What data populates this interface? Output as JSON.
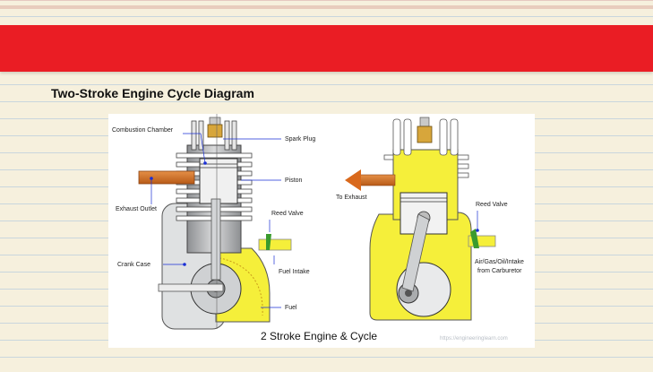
{
  "slide": {
    "title": "Two-Stroke Engine Cycle Diagram"
  },
  "diagram": {
    "caption": "2 Stroke Engine & Cycle",
    "watermark": "https://engineeringlearn.com",
    "labels_left": {
      "combustion_chamber": "Combustion Chamber",
      "spark_plug": "Spark Plug",
      "piston": "Piston",
      "exhaust_outlet": "Exhaust Outlet",
      "reed_valve": "Reed Valve",
      "crank_case": "Crank Case",
      "fuel_intake": "Fuel Intake",
      "fuel": "Fuel"
    },
    "labels_right": {
      "to_exhaust": "To Exhaust",
      "reed_valve": "Reed Valve",
      "air_gas_oil_intake": "Air/Gas/Oil/Intake",
      "from_carburetor": "from Carburetor"
    }
  },
  "colors": {
    "header_band": "#ea1d24",
    "fuel_yellow": "#f5ef3a",
    "exhaust_orange": "#d9691c",
    "leader_blue": "#1a2fd6"
  }
}
